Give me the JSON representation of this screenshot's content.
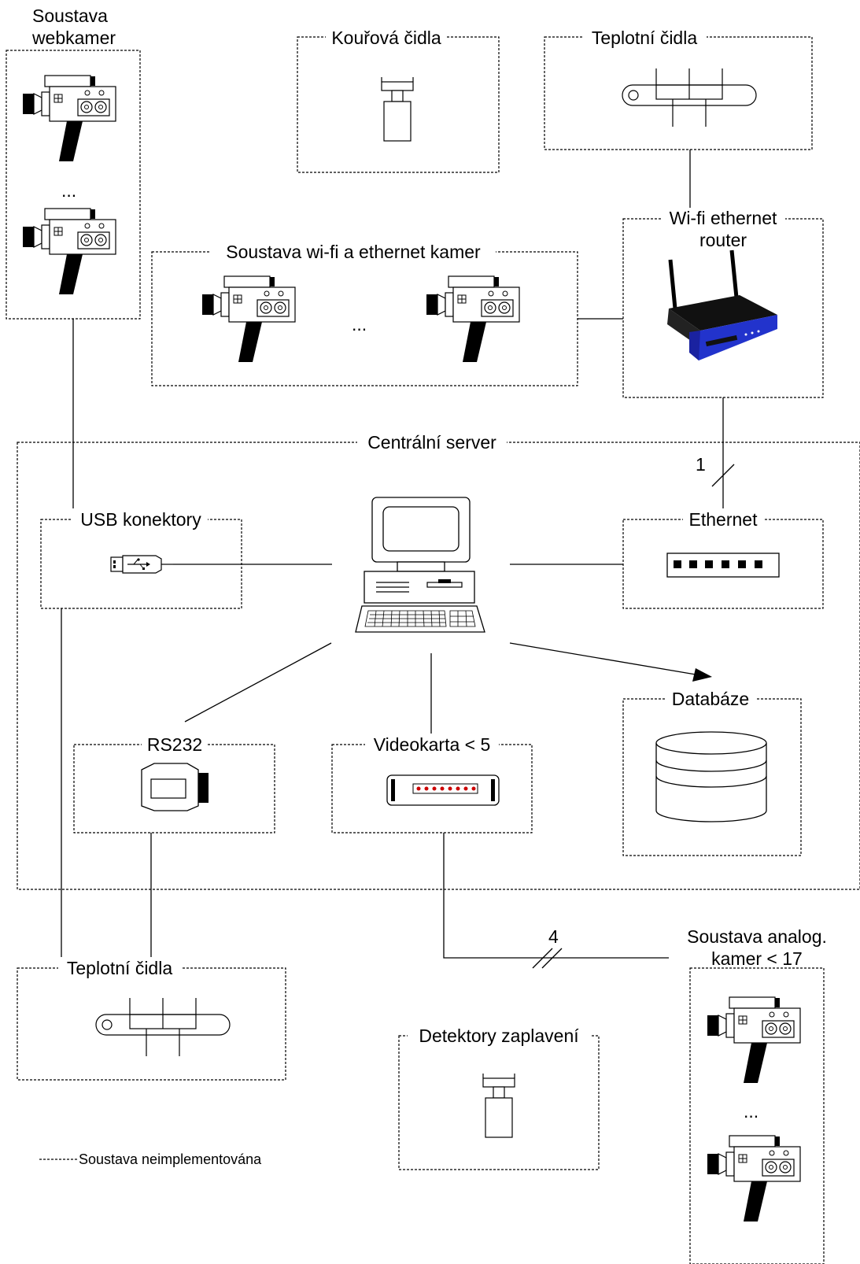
{
  "labels": {
    "webcams_line1": "Soustava",
    "webcams_line2": "webkamer",
    "smoke": "Kouřová čidla",
    "temp_top": "Teplotní čidla",
    "router_line1": "Wi-fi ethernet",
    "router_line2": "router",
    "wifi_cams": "Soustava wi-fi a ethernet kamer",
    "server": "Centrální server",
    "usb": "USB konektory",
    "ethernet": "Ethernet",
    "database": "Databáze",
    "rs232": "RS232",
    "videocard": "Videokarta < 5",
    "temp_bottom": "Teplotní čidla",
    "analog_line1": "Soustava analog.",
    "analog_line2": "kamer < 17",
    "flood": "Detektory zaplavení",
    "legend": "Soustava neimplementována",
    "ethernet_link_count": "1",
    "analog_link_count": "4",
    "ellipsis": "..."
  },
  "icons": {
    "camera": "video-camera-icon",
    "smoke": "smoke-sensor-icon",
    "temperature": "temperature-sensor-icon",
    "router": "wifi-router-icon",
    "computer": "computer-icon",
    "usb": "usb-plug-icon",
    "switch": "ethernet-switch-icon",
    "database": "database-icon",
    "serial": "rs232-connector-icon",
    "videocard": "video-card-icon",
    "flood": "flood-detector-icon"
  },
  "colors": {
    "router_accent": "#2233cc",
    "line": "#000000",
    "background": "#ffffff"
  }
}
